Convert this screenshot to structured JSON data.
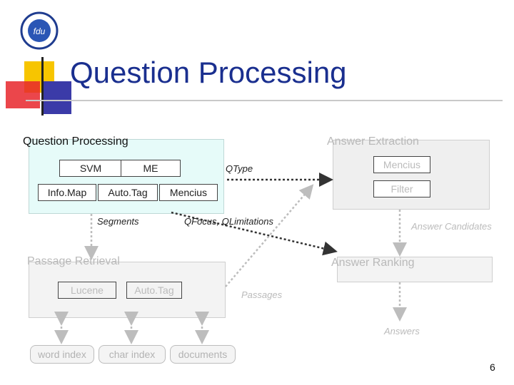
{
  "slide_title": "Question Processing",
  "page_number": "6",
  "colors": {
    "title": "#1a2f8f",
    "qp_box": "#e6fbf9",
    "deco_yellow": "#f7c500",
    "deco_red": "#e8262b",
    "deco_blue": "#3b3ba8"
  },
  "logo_icon": "university-seal-icon",
  "question_processing": {
    "label": "Question Processing",
    "modules": {
      "svm": "SVM",
      "me": "ME",
      "infomap": "Info.Map",
      "autotag": "Auto.Tag",
      "mencius": "Mencius"
    }
  },
  "answer_extraction": {
    "label": "Answer Extraction",
    "mencius": "Mencius",
    "filter": "Filter"
  },
  "passage_retrieval": {
    "label": "Passage Retrieval",
    "lucene": "Lucene",
    "autotag": "Auto.Tag"
  },
  "answer_ranking": {
    "label": "Answer Ranking"
  },
  "flow_labels": {
    "qtype": "QType",
    "segments": "Segments",
    "qfocus": "QFocus, QLimitations",
    "answer_candidates": "Answer Candidates",
    "passages": "Passages",
    "answers": "Answers"
  },
  "stores": {
    "word_index": "word index",
    "char_index": "char index",
    "documents": "documents"
  }
}
